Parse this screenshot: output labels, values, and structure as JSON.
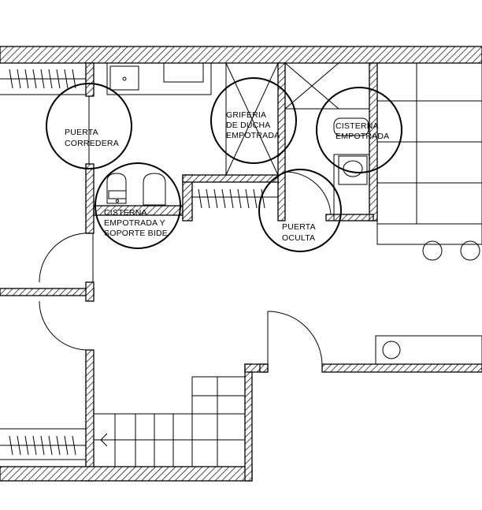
{
  "palette": {
    "line": "#000000",
    "background": "#ffffff"
  },
  "labels": {
    "puerta_corredera": [
      "PUERTA",
      "CORREDERA"
    ],
    "griferia": [
      "GRIFERIA",
      "DE DUCHA",
      "EMPOTRADA"
    ],
    "cisterna_empotrada": [
      "CISTERNA",
      "EMPOTRADA"
    ],
    "cisterna_bide": [
      "CISTERNA",
      "EMPOTRADA Y",
      "SOPORTE BIDE"
    ],
    "puerta_oculta": [
      "PUERTA",
      "OCULTA"
    ]
  }
}
